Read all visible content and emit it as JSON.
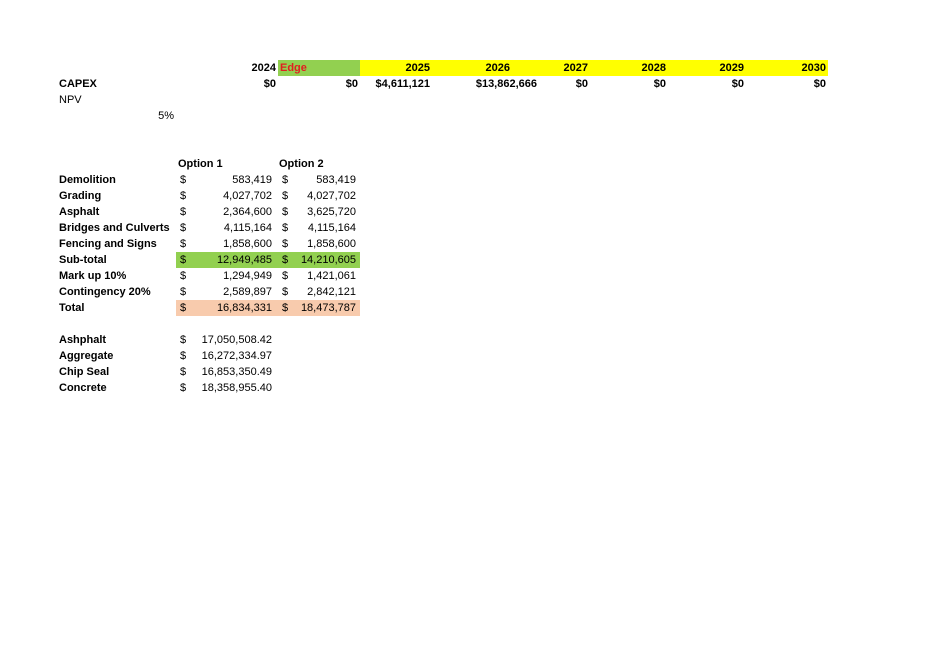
{
  "colors": {
    "yellow_fill": "#ffff00",
    "green_fill": "#92d050",
    "salmon_fill": "#f8cbad",
    "edge_text": "#e02020"
  },
  "capex": {
    "years": [
      "2024",
      "2025",
      "2026",
      "2027",
      "2028",
      "2029",
      "2030"
    ],
    "edge_label": "Edge",
    "row_label": "CAPEX",
    "values": [
      "$0",
      "$0",
      "$4,611,121",
      "$13,862,666",
      "$0",
      "$0",
      "$0",
      "$0"
    ],
    "npv_label": "NPV",
    "rate": "5%"
  },
  "costs": {
    "headers": [
      "Option 1",
      "Option 2"
    ],
    "currency": "$",
    "rows": [
      {
        "label": "Demolition",
        "opt1": "583,419",
        "opt2": "583,419"
      },
      {
        "label": "Grading",
        "opt1": "4,027,702",
        "opt2": "4,027,702"
      },
      {
        "label": "Asphalt",
        "opt1": "2,364,600",
        "opt2": "3,625,720"
      },
      {
        "label": "Bridges and Culverts",
        "opt1": "4,115,164",
        "opt2": "4,115,164"
      },
      {
        "label": "Fencing and Signs",
        "opt1": "1,858,600",
        "opt2": "1,858,600"
      },
      {
        "label": "Sub-total",
        "opt1": "12,949,485",
        "opt2": "14,210,605"
      },
      {
        "label": "Mark up 10%",
        "opt1": "1,294,949",
        "opt2": "1,421,061"
      },
      {
        "label": "Contingency 20%",
        "opt1": "2,589,897",
        "opt2": "2,842,121"
      },
      {
        "label": "Total",
        "opt1": "16,834,331",
        "opt2": "18,473,787"
      }
    ]
  },
  "surfaces": {
    "rows": [
      {
        "label": "Ashphalt",
        "value": "17,050,508.42"
      },
      {
        "label": "Aggregate",
        "value": "16,272,334.97"
      },
      {
        "label": "Chip Seal",
        "value": "16,853,350.49"
      },
      {
        "label": "Concrete",
        "value": "18,358,955.40"
      }
    ]
  }
}
